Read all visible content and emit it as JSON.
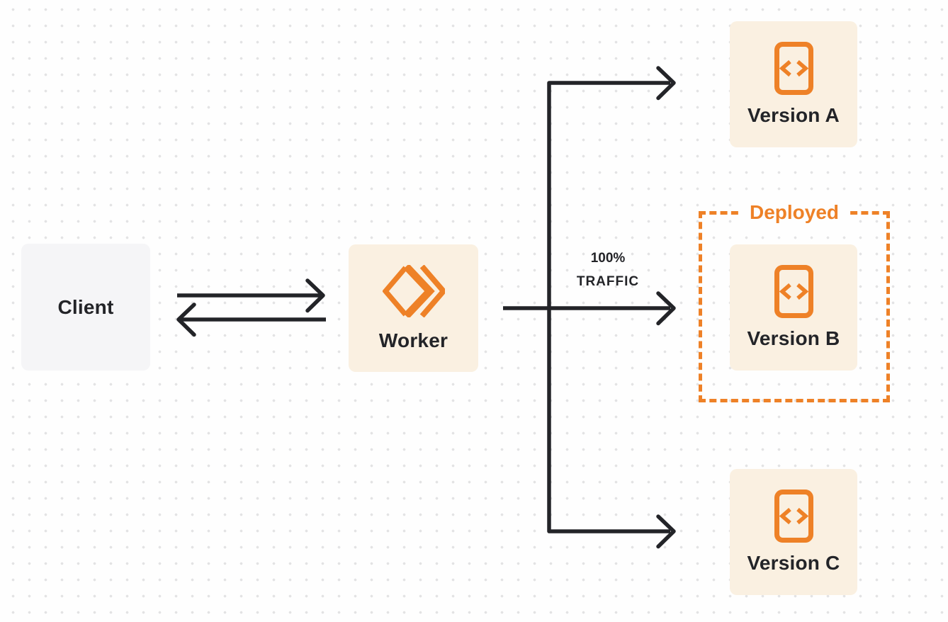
{
  "colors": {
    "accent": "#EE8127",
    "ink": "#232428",
    "cream_box": "#FAF0E1",
    "gray_box": "#F5F5F7",
    "page_bg": "#FEFEFE",
    "dot_color": "#E3E3E4"
  },
  "nodes": {
    "client": {
      "label": "Client"
    },
    "worker": {
      "label": "Worker",
      "icon": "cloudflare-workers-icon"
    },
    "version_a": {
      "label": "Version A",
      "icon": "code-file-icon"
    },
    "version_b": {
      "label": "Version B",
      "icon": "code-file-icon"
    },
    "version_c": {
      "label": "Version C",
      "icon": "code-file-icon"
    }
  },
  "deployed": {
    "label": "Deployed"
  },
  "traffic": {
    "line1": "100%",
    "line2": "TRAFFIC"
  }
}
